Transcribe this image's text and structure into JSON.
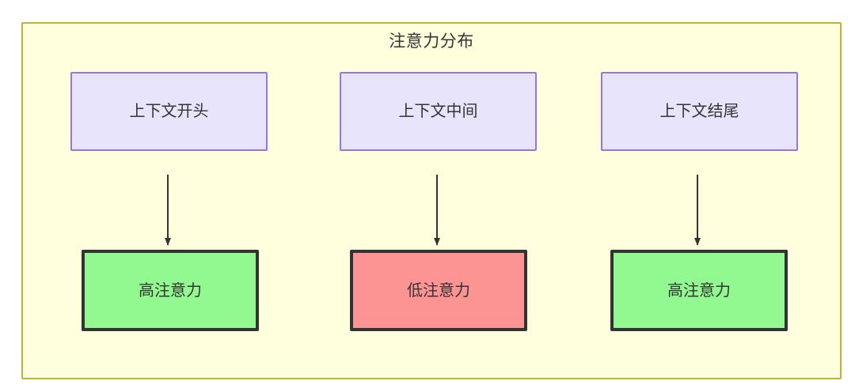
{
  "diagram": {
    "type": "flowchart",
    "title": "注意力分布",
    "container": {
      "label": "注意力分布",
      "fill": "#ffffdd",
      "stroke": "#bdb634"
    },
    "nodes": [
      {
        "id": "ctx-start",
        "label": "上下文开头",
        "fill": "#e8e4fc",
        "stroke": "#9975de",
        "row": "top"
      },
      {
        "id": "ctx-mid",
        "label": "上下文中间",
        "fill": "#e8e4fc",
        "stroke": "#9975de",
        "row": "top"
      },
      {
        "id": "ctx-end",
        "label": "上下文结尾",
        "fill": "#e8e4fc",
        "stroke": "#9975de",
        "row": "top"
      },
      {
        "id": "attn-high-1",
        "label": "高注意力",
        "fill": "#92f890",
        "stroke": "#333333",
        "row": "bottom"
      },
      {
        "id": "attn-low",
        "label": "低注意力",
        "fill": "#fc9494",
        "stroke": "#333333",
        "row": "bottom"
      },
      {
        "id": "attn-high-2",
        "label": "高注意力",
        "fill": "#92f890",
        "stroke": "#333333",
        "row": "bottom"
      }
    ],
    "edges": [
      {
        "from": "ctx-start",
        "to": "attn-high-1",
        "label": "",
        "arrow": "arrow-down-icon"
      },
      {
        "from": "ctx-mid",
        "to": "attn-low",
        "label": "",
        "arrow": "arrow-down-icon"
      },
      {
        "from": "ctx-end",
        "to": "attn-high-2",
        "label": "",
        "arrow": "arrow-down-icon"
      }
    ],
    "colors": {
      "background": "#ffffff",
      "canvas": "#ffffdd",
      "canvas_border": "#bdb634",
      "source_fill": "#e8e4fc",
      "source_border": "#9975de",
      "high_fill": "#92f890",
      "low_fill": "#fc9494",
      "node_border_dark": "#333333",
      "text": "#333333",
      "edge": "#333333"
    }
  }
}
